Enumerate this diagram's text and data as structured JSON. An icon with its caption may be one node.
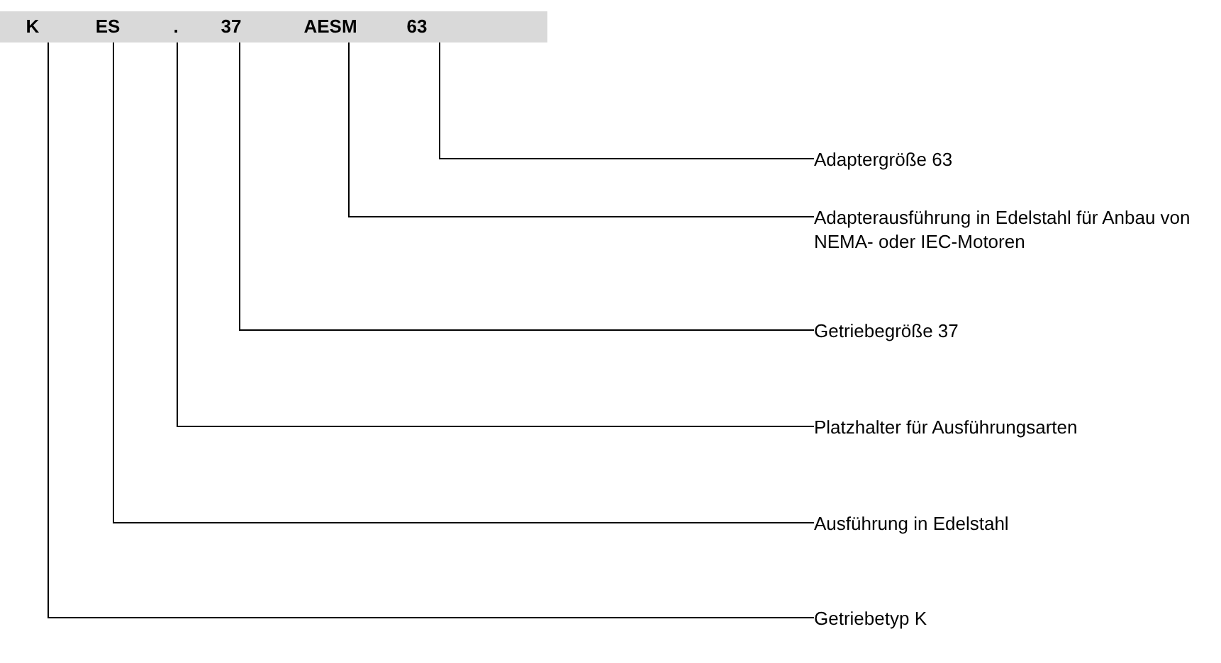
{
  "diagram": {
    "nodes": [
      {
        "text": [
          "K"
        ]
      },
      {
        "text": [
          "ES"
        ]
      },
      {
        "text": [
          "."
        ]
      },
      {
        "text": [
          "37"
        ]
      },
      {
        "text": [
          "AESM"
        ]
      },
      {
        "text": [
          "63"
        ]
      },
      {
        "text": [
          "Adaptergröße 63"
        ]
      },
      {
        "text": [
          "Adapterausführung in Edelstahl für Anbau von NEMA- oder IEC-Motoren"
        ]
      },
      {
        "text": [
          "Getriebegröße 37"
        ]
      },
      {
        "text": [
          "Platzhalter für Ausführungsarten"
        ]
      },
      {
        "text": [
          "Ausführung in Edelstahl"
        ]
      },
      {
        "text": [
          "Getriebetyp K"
        ]
      }
    ],
    "edges": [
      {
        "from": 5,
        "to": 6,
        "arrow": "none"
      },
      {
        "from": 4,
        "to": 7,
        "arrow": "none"
      },
      {
        "from": 3,
        "to": 8,
        "arrow": "none"
      },
      {
        "from": 2,
        "to": 9,
        "arrow": "none"
      },
      {
        "from": 1,
        "to": 10,
        "arrow": "none"
      },
      {
        "from": 0,
        "to": 11,
        "arrow": "none"
      }
    ]
  }
}
